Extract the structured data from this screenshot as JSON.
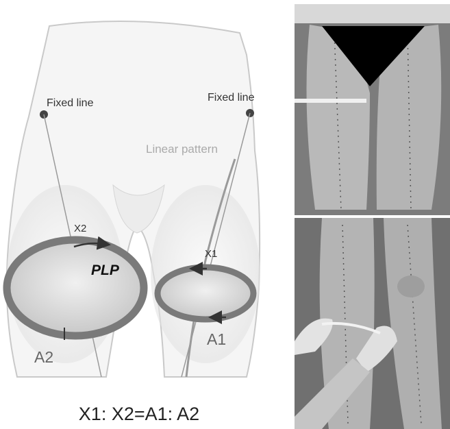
{
  "diagram": {
    "left_anchor_label": "Fixed line",
    "right_anchor_label": "Fixed line",
    "linear_pattern_label": "Linear pattern",
    "x2_label": "X2",
    "x1_label": "X1",
    "plp_label": "PLP",
    "a2_label": "A2",
    "a1_label": "A1",
    "equation": "X1: X2=A1: A2"
  },
  "colors": {
    "ring": "#7a7a7a",
    "body_fill": "#f4f4f4",
    "outline": "#c8c8c8",
    "text_dark": "#333333",
    "pattern_label": "#aaaaaa"
  },
  "photos": {
    "top": "thighs-front-with-tape-photo",
    "bottom": "legs-measuring-tape-photo"
  }
}
